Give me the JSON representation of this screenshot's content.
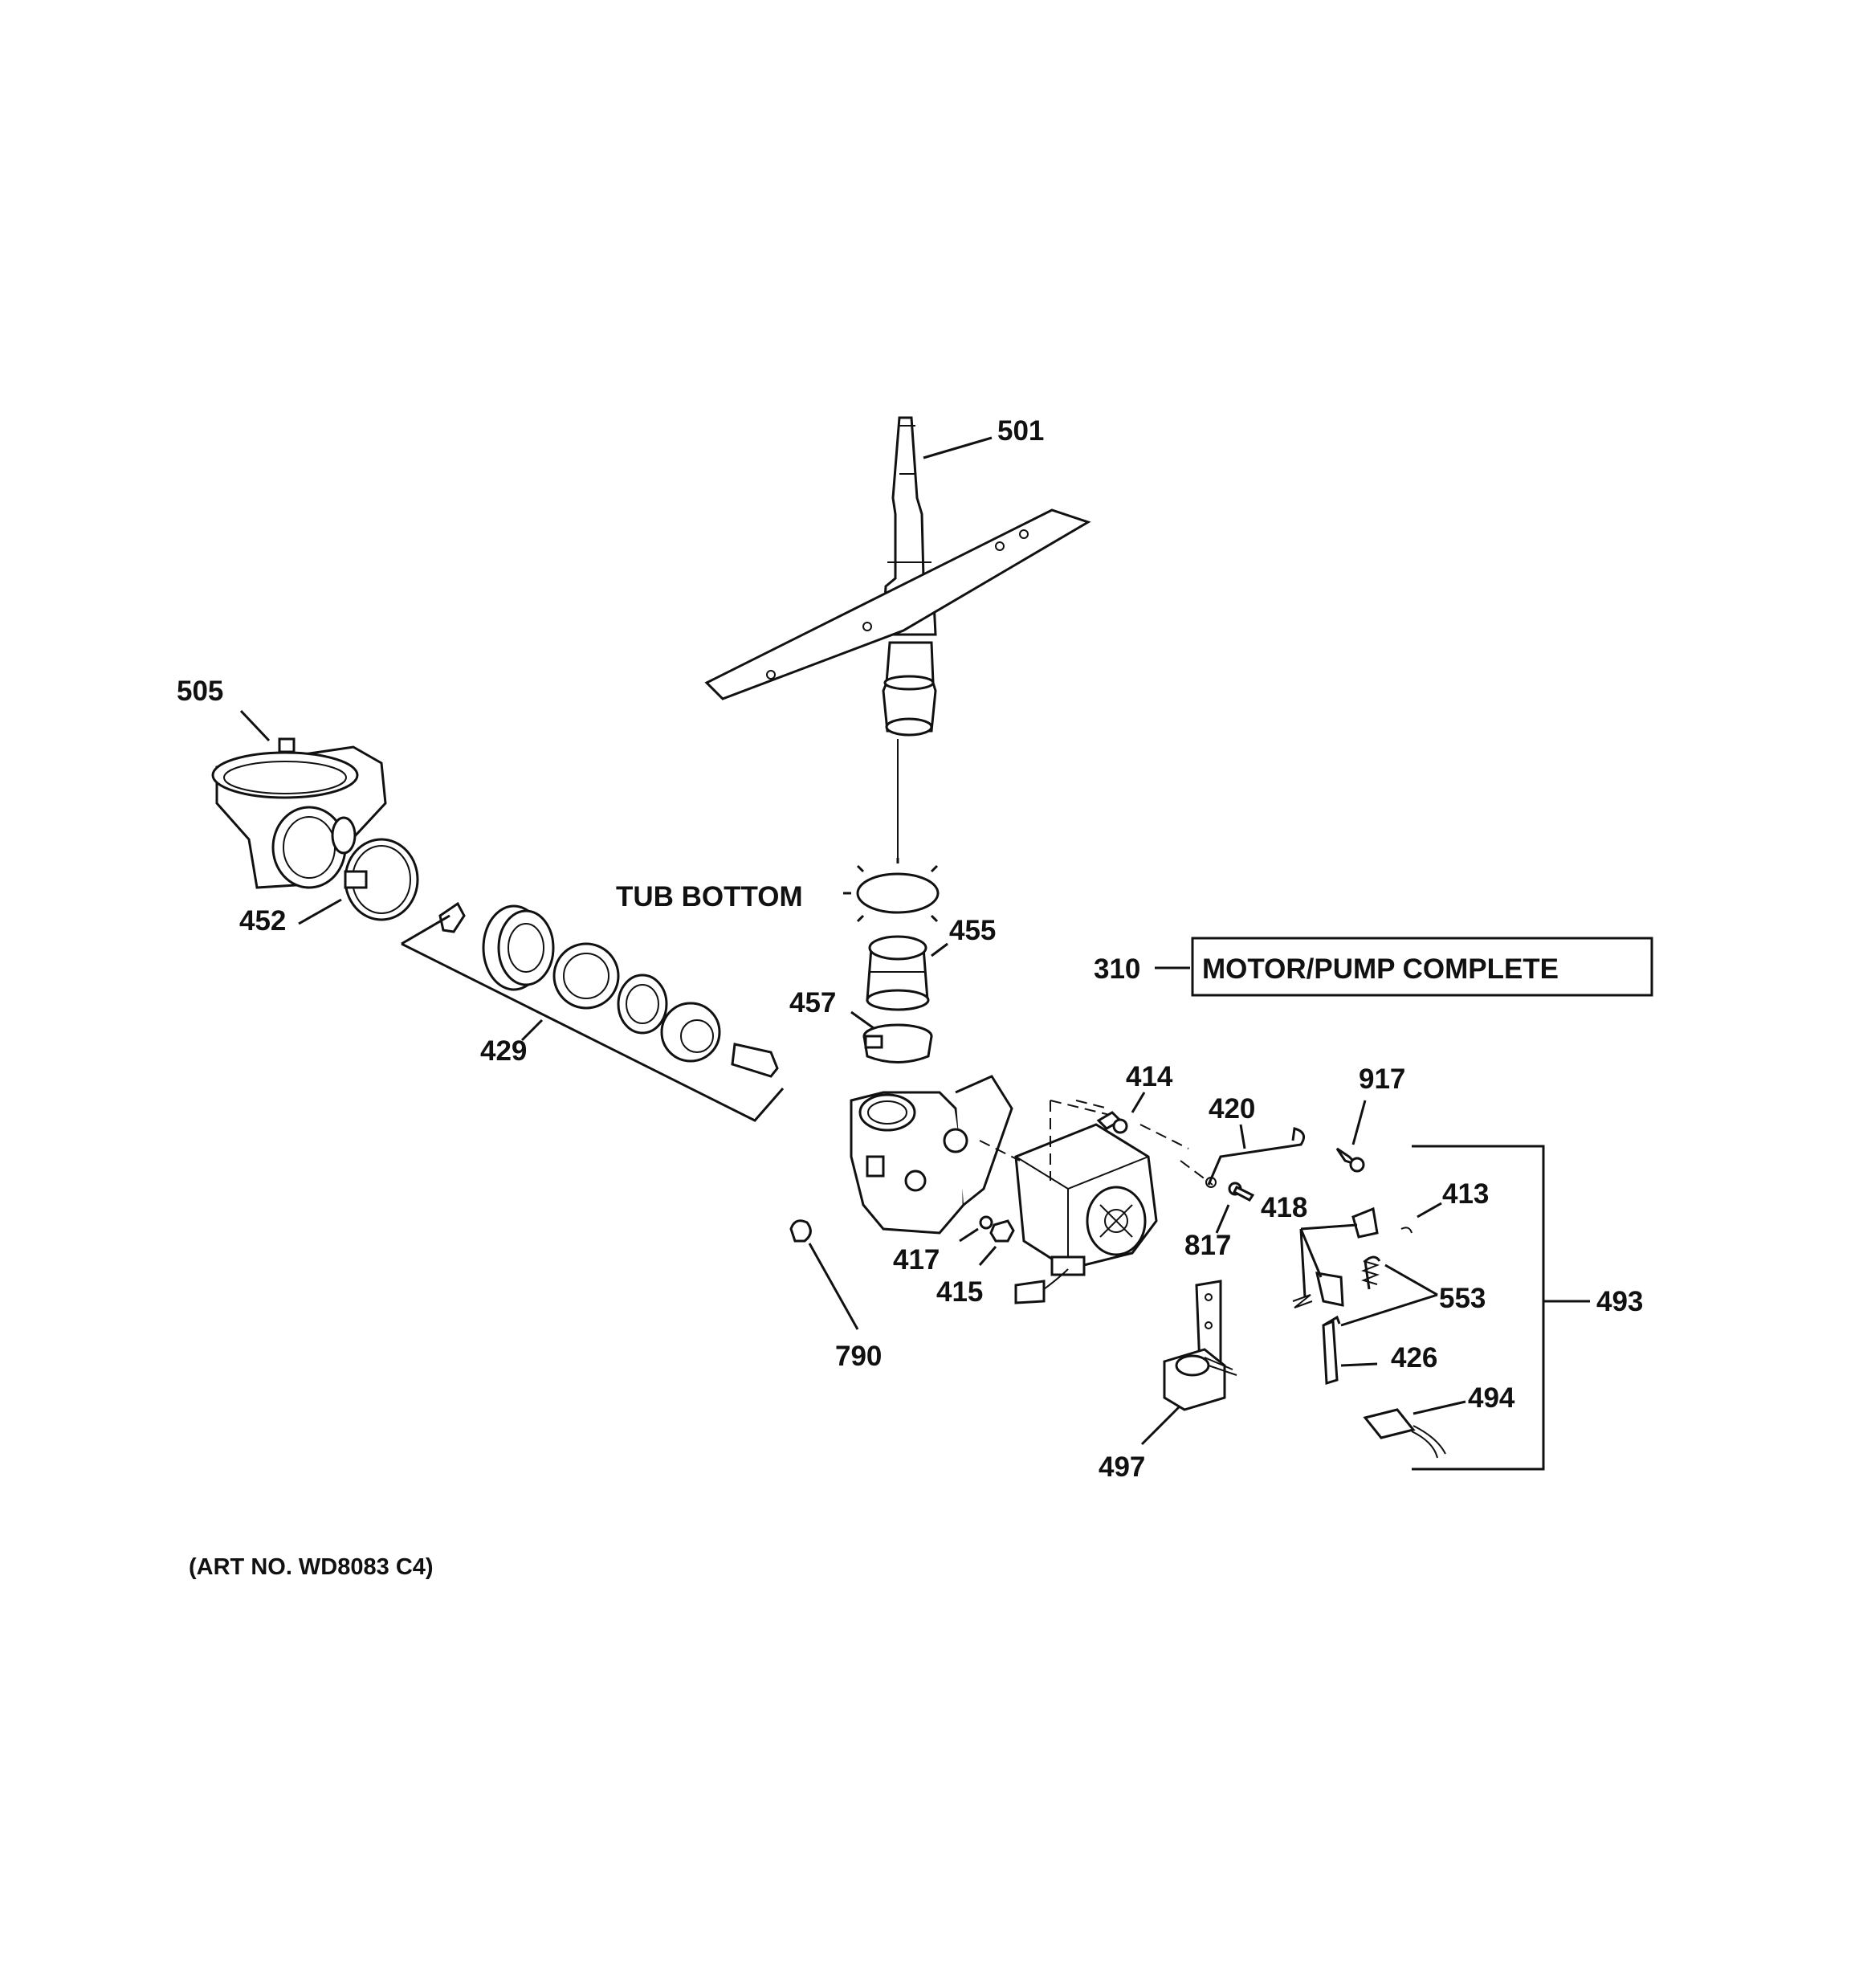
{
  "labels": {
    "p501": "501",
    "p505": "505",
    "p452": "452",
    "p429": "429",
    "p455": "455",
    "p457": "457",
    "p310": "310",
    "p414": "414",
    "p420": "420",
    "p917": "917",
    "p413": "413",
    "p418": "418",
    "p817": "817",
    "p417": "417",
    "p415": "415",
    "p553": "553",
    "p493": "493",
    "p426": "426",
    "p494": "494",
    "p790": "790",
    "p497": "497"
  },
  "tub_bottom": "TUB BOTTOM",
  "motor_pump_box": "MOTOR/PUMP COMPLETE",
  "art_no": "(ART NO. WD8083 C4)"
}
